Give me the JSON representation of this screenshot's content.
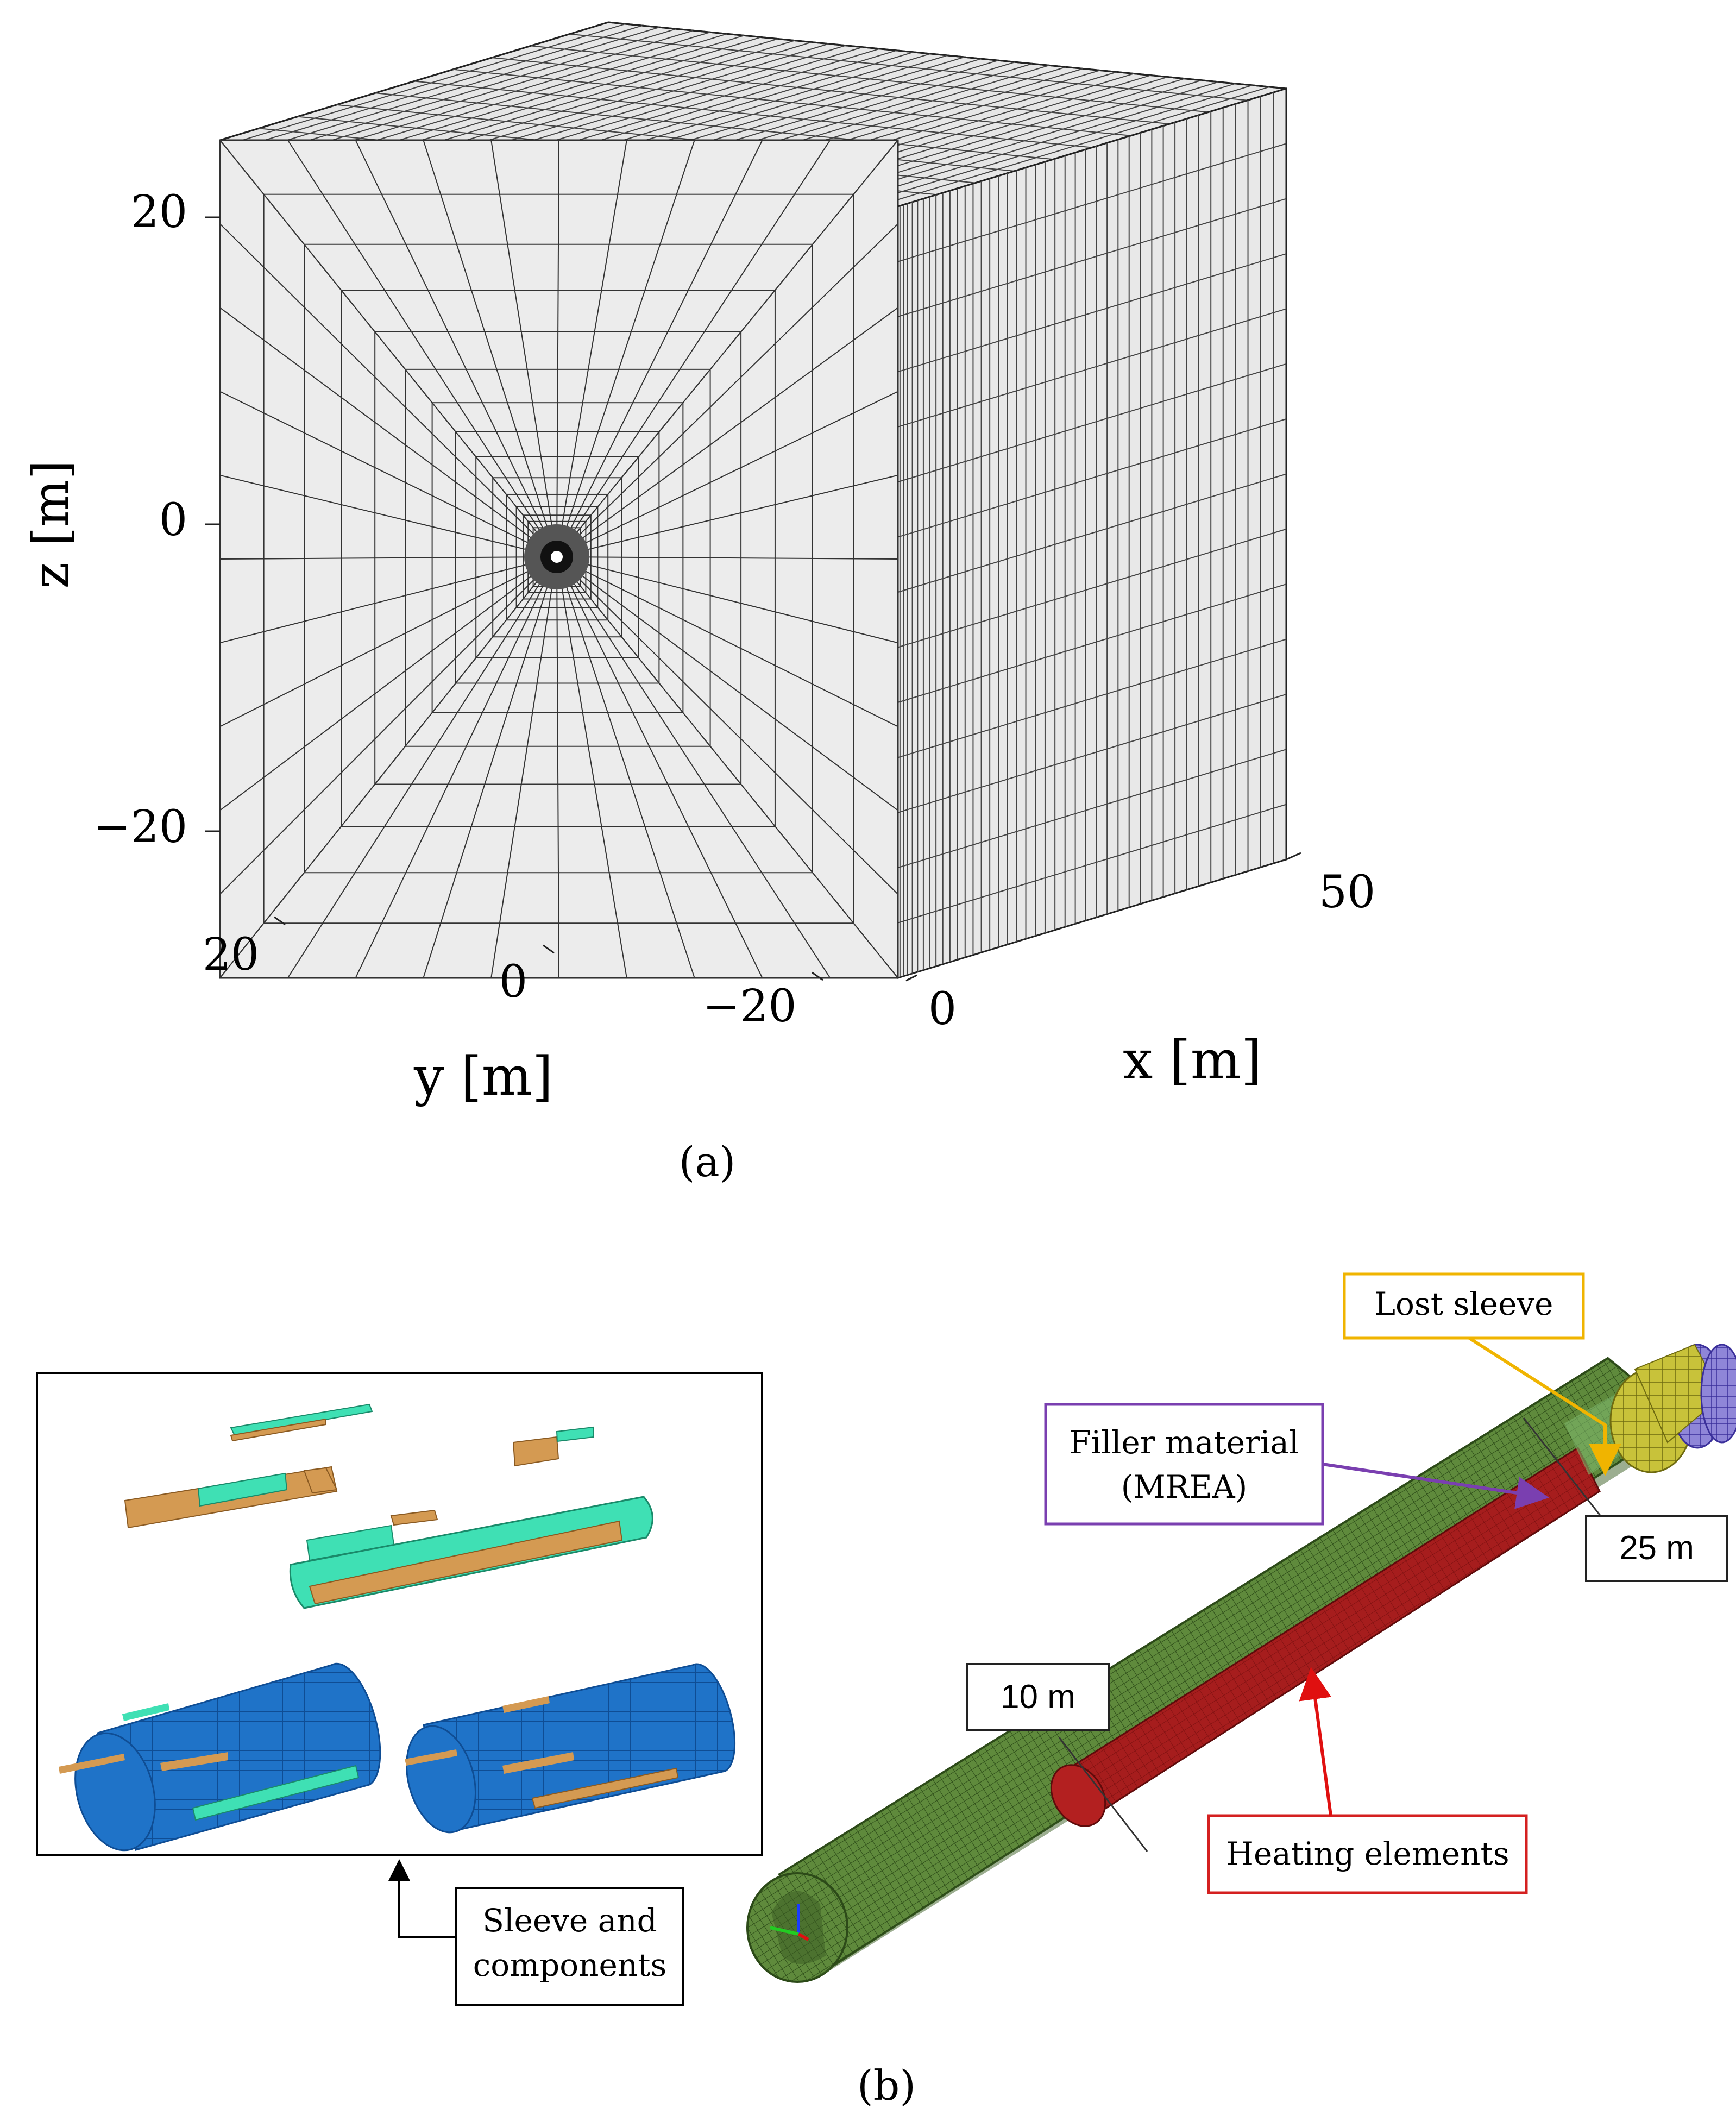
{
  "panel_a": {
    "caption": "(a)",
    "z_axis": {
      "label": "z [m]",
      "ticks": [
        "20",
        "0",
        "−20"
      ]
    },
    "y_axis": {
      "label": "y [m]",
      "ticks": [
        "20",
        "0",
        "−20"
      ]
    },
    "x_axis": {
      "label": "x [m]",
      "ticks": [
        "0",
        "50"
      ]
    }
  },
  "panel_b": {
    "caption": "(b)",
    "labels": {
      "lost_sleeve": "Lost sleeve",
      "filler_line1": "Filler material",
      "filler_line2": "(MREA)",
      "dist_25": "25 m",
      "dist_10": "10 m",
      "heating": "Heating elements",
      "sleeve_line1": "Sleeve and",
      "sleeve_line2": "components"
    },
    "colors": {
      "lost_sleeve": "#f0b400",
      "filler": "#7a3fb0",
      "heating": "#d42020",
      "rock_mesh": "#4e7a2e",
      "heater_body": "#a31c1c",
      "sleeve_blue": "#1f73c8",
      "component_cyan": "#3fe0b4",
      "component_orange": "#d49a52"
    }
  }
}
